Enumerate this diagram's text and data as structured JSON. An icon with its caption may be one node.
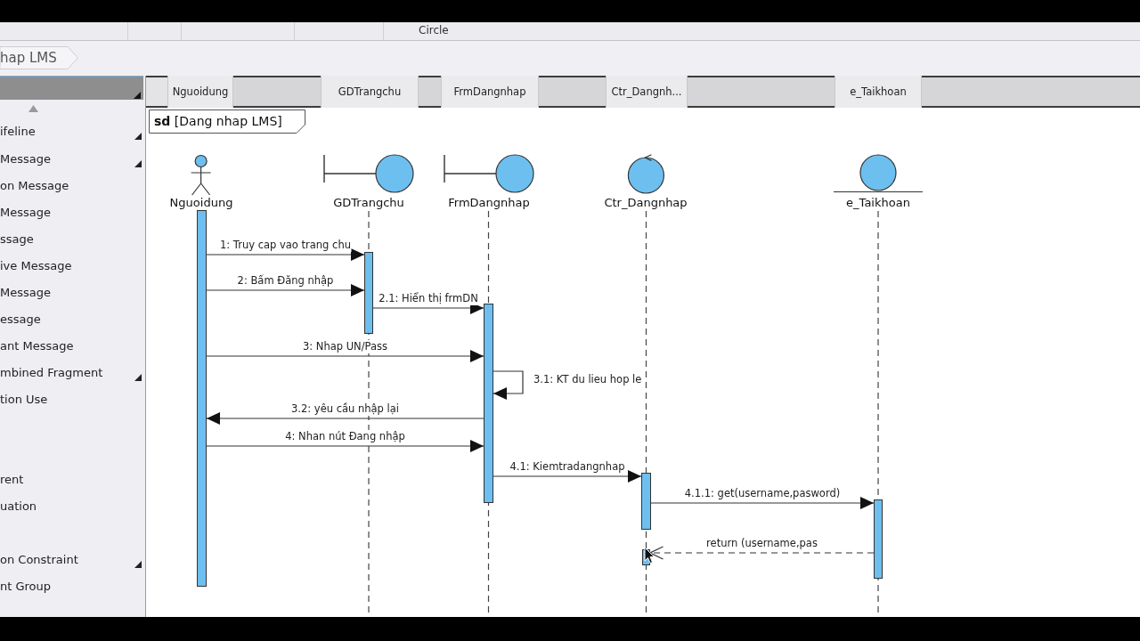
{
  "diagram": {
    "title": "**sd** [Dang nhap LMS]",
    "nodes": [
      {
        "text": [
          "Nguoidung"
        ]
      },
      {
        "text": [
          "GDTrangchu"
        ]
      },
      {
        "text": [
          "FrmDangnhap"
        ]
      },
      {
        "text": [
          "Ctr_Dangnhap"
        ]
      },
      {
        "text": [
          "e_Taikhoan"
        ]
      },
      {
        "text": [],
        "shape": "bar"
      },
      {
        "text": [],
        "shape": "bar"
      },
      {
        "text": [],
        "shape": "bar"
      },
      {
        "text": [],
        "shape": "bar"
      },
      {
        "text": [],
        "shape": "bar"
      },
      {
        "text": [],
        "shape": "bar"
      }
    ],
    "edges": [
      {
        "from": 5,
        "to": 6,
        "arrow": "to",
        "label": "1: Truy cap vao trang chu"
      },
      {
        "from": 5,
        "to": 6,
        "arrow": "to",
        "label": "2: Bấm Đăng nhập"
      },
      {
        "from": 6,
        "to": 7,
        "arrow": "to",
        "label": "2.1: Hiển thị frmDN"
      },
      {
        "from": 5,
        "to": 7,
        "arrow": "to",
        "label": "3: Nhap UN/Pass"
      },
      {
        "from": 7,
        "to": 7,
        "arrow": "to",
        "label": "3.1: KT du lieu hop le"
      },
      {
        "from": 7,
        "to": 5,
        "arrow": "to",
        "label": "3.2: yêu cầu nhập lại"
      },
      {
        "from": 5,
        "to": 7,
        "arrow": "to",
        "label": "4: Nhan nút Đang nhập"
      },
      {
        "from": 7,
        "to": 8,
        "arrow": "to",
        "label": "4.1: Kiemtradangnhap"
      },
      {
        "from": 8,
        "to": 9,
        "arrow": "to",
        "label": "4.1.1: get(username,pasword)"
      },
      {
        "from": 9,
        "to": 10,
        "arrow": "to",
        "label": "return (username,pas",
        "style": "dashed"
      }
    ],
    "labels": [
      "Circle",
      "hap LMS",
      "Nguoidung",
      "GDTrangchu",
      "FrmDangnhap",
      "Ctr_Dangnh...",
      "e_Taikhoan",
      "ifeline",
      "Message",
      "on Message",
      "Message",
      "ssage",
      "ive Message",
      "Message",
      "essage",
      "ant Message",
      "mbined Fragment",
      "tion Use",
      "rent",
      "uation",
      "on Constraint",
      "nt Group"
    ]
  }
}
